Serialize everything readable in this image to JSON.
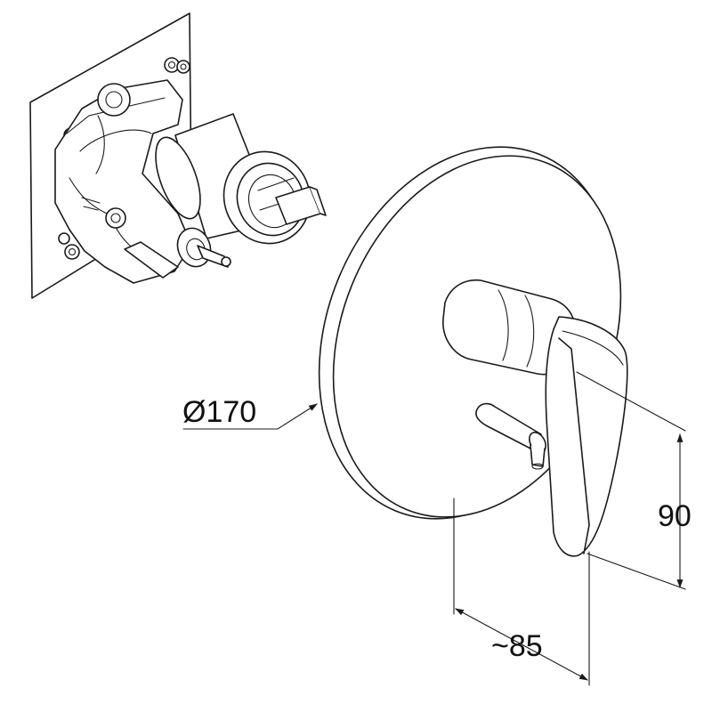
{
  "dimensions": {
    "rosette_diameter": "Ø170",
    "lever_height": "90",
    "projection": "~85"
  },
  "colors": {
    "ink": "#1a1a1a",
    "background": "#ffffff"
  }
}
